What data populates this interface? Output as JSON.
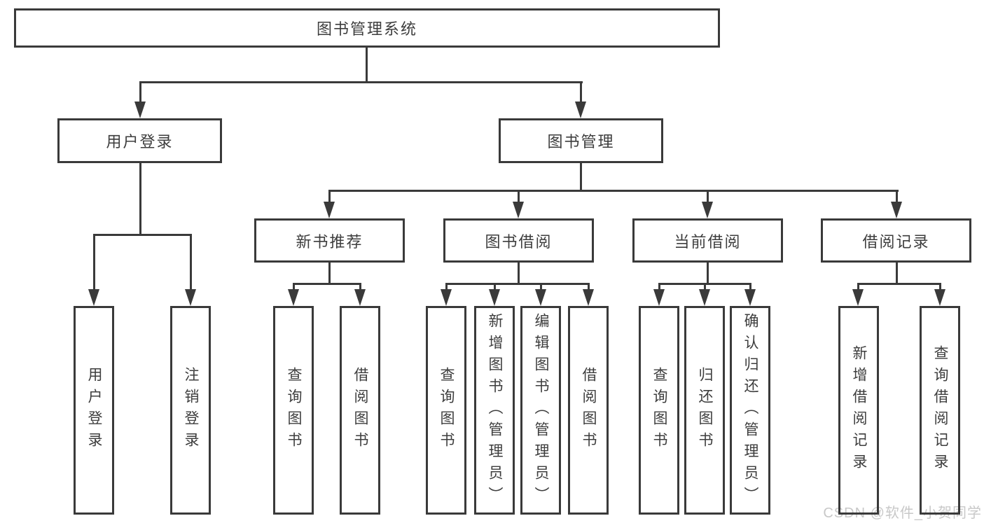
{
  "diagram": {
    "type": "tree",
    "root": {
      "label": "图书管理系统",
      "children": [
        {
          "label": "用户登录",
          "children": [
            {
              "label": "用户登录"
            },
            {
              "label": "注销登录"
            }
          ]
        },
        {
          "label": "图书管理",
          "children": [
            {
              "label": "新书推荐",
              "children": [
                {
                  "label": "查询图书"
                },
                {
                  "label": "借阅图书"
                }
              ]
            },
            {
              "label": "图书借阅",
              "children": [
                {
                  "label": "查询图书"
                },
                {
                  "label": "新增图书（管理员）"
                },
                {
                  "label": "编辑图书（管理员）"
                },
                {
                  "label": "借阅图书"
                }
              ]
            },
            {
              "label": "当前借阅",
              "children": [
                {
                  "label": "查询图书"
                },
                {
                  "label": "归还图书"
                },
                {
                  "label": "确认归还（管理员）"
                }
              ]
            },
            {
              "label": "借阅记录",
              "children": [
                {
                  "label": "新增借阅记录"
                },
                {
                  "label": "查询借阅记录"
                }
              ]
            }
          ]
        }
      ]
    },
    "watermark": "CSDN @软件_小贺同学",
    "colors": {
      "line": "#3a3a3a",
      "text": "#3d3d3d",
      "watermark": "#c8c8c8",
      "background": "#ffffff"
    }
  }
}
